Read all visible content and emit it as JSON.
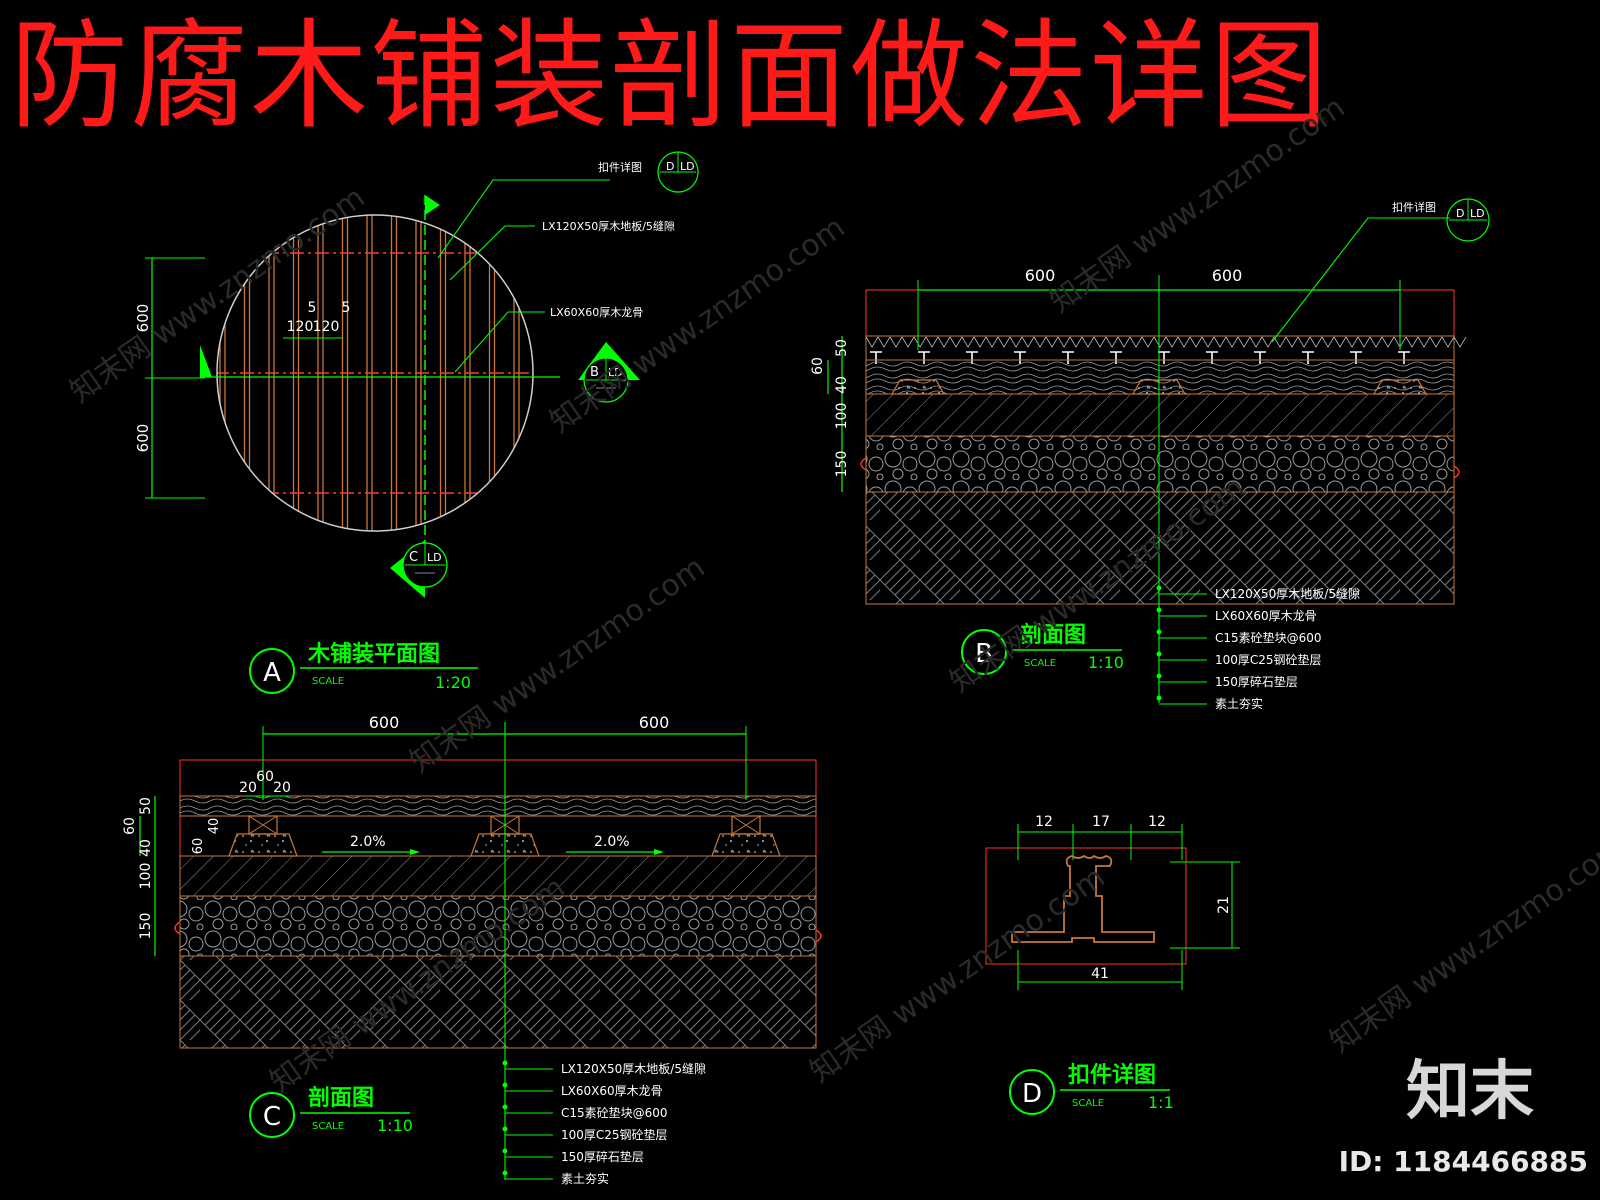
{
  "title": "防腐木铺装剖面做法详图",
  "plan_view": {
    "dims": [
      "600",
      "600",
      "5",
      "5",
      "120",
      "120"
    ],
    "clip_label": "扣件详图",
    "clip_tag": [
      "D",
      "LD"
    ],
    "notes": [
      "LX120X50厚木地板/5缝隙",
      "LX60X60厚木龙骨"
    ],
    "section_b_tag": [
      "B",
      "LD"
    ],
    "section_c_tag": [
      "C",
      "LD"
    ],
    "caption": {
      "letter": "A",
      "name": "木铺装平面图",
      "scale_label": "SCALE",
      "scale": "1:20"
    }
  },
  "section_b": {
    "top_dims": [
      "600",
      "600"
    ],
    "side_dims": [
      "50",
      "60",
      "40",
      "100",
      "150"
    ],
    "clip_label": "扣件详图",
    "clip_tag": [
      "D",
      "LD"
    ],
    "notes": [
      "LX120X50厚木地板/5缝隙",
      "LX60X60厚木龙骨",
      "C15素砼垫块@600",
      "100厚C25钢砼垫层",
      "150厚碎石垫层",
      "素土夯实"
    ],
    "caption": {
      "letter": "B",
      "name": "剖面图",
      "scale_label": "SCALE",
      "scale": "1:10"
    }
  },
  "section_c": {
    "top_dims": [
      "600",
      "600"
    ],
    "small_dims": [
      "60",
      "20",
      "20",
      "40",
      "60"
    ],
    "side_dims": [
      "50",
      "60",
      "40",
      "100",
      "150"
    ],
    "slopes": [
      "2.0%",
      "2.0%"
    ],
    "notes": [
      "LX120X50厚木地板/5缝隙",
      "LX60X60厚木龙骨",
      "C15素砼垫块@600",
      "100厚C25钢砼垫层",
      "150厚碎石垫层",
      "素土夯实"
    ],
    "caption": {
      "letter": "C",
      "name": "剖面图",
      "scale_label": "SCALE",
      "scale": "1:10"
    }
  },
  "clip_detail": {
    "dims": [
      "12",
      "17",
      "12",
      "21",
      "41"
    ],
    "caption": {
      "letter": "D",
      "name": "扣件详图",
      "scale_label": "SCALE",
      "scale": "1:1"
    }
  },
  "watermark": "知末网 www.znzmo.com",
  "brand": "知末",
  "id_label": "ID: 1184466885",
  "colors": {
    "title": "#ff1a1a",
    "cad_green": "#00ff00",
    "wood": "#c87838",
    "cad_white": "#ffffff",
    "background": "#000000"
  }
}
